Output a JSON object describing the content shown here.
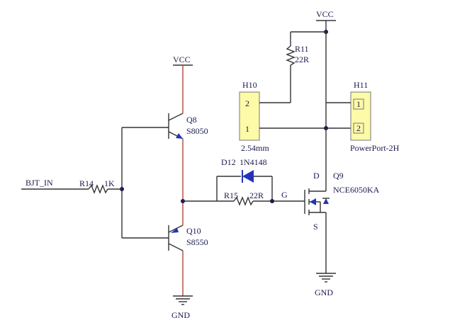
{
  "power": {
    "vcc_top": "VCC",
    "vcc_left": "VCC",
    "gnd_left": "GND",
    "gnd_right": "GND"
  },
  "components": {
    "r11": {
      "ref": "R11",
      "value": "22R"
    },
    "r14": {
      "ref": "R14",
      "value": "1K"
    },
    "r15": {
      "ref": "R15",
      "value": "22R"
    },
    "d12": {
      "ref": "D12",
      "value": "1N4148"
    },
    "q8": {
      "ref": "Q8",
      "value": "S8050"
    },
    "q10": {
      "ref": "Q10",
      "value": "S8550"
    },
    "q9": {
      "ref": "Q9",
      "value": "NCE6050KA",
      "drain": "D",
      "gate": "G",
      "source": "S"
    },
    "h10": {
      "ref": "H10",
      "value": "2.54mm",
      "pins": [
        "2",
        "1"
      ]
    },
    "h11": {
      "ref": "H11",
      "value": "PowerPort-2H",
      "pins": [
        "1",
        "2"
      ]
    }
  },
  "nets": {
    "input": "BJT_IN"
  },
  "colors": {
    "wire": "#333333",
    "pin": "#b5453c",
    "text": "#1a1a4e",
    "header_fill": "#fdfaa8"
  }
}
